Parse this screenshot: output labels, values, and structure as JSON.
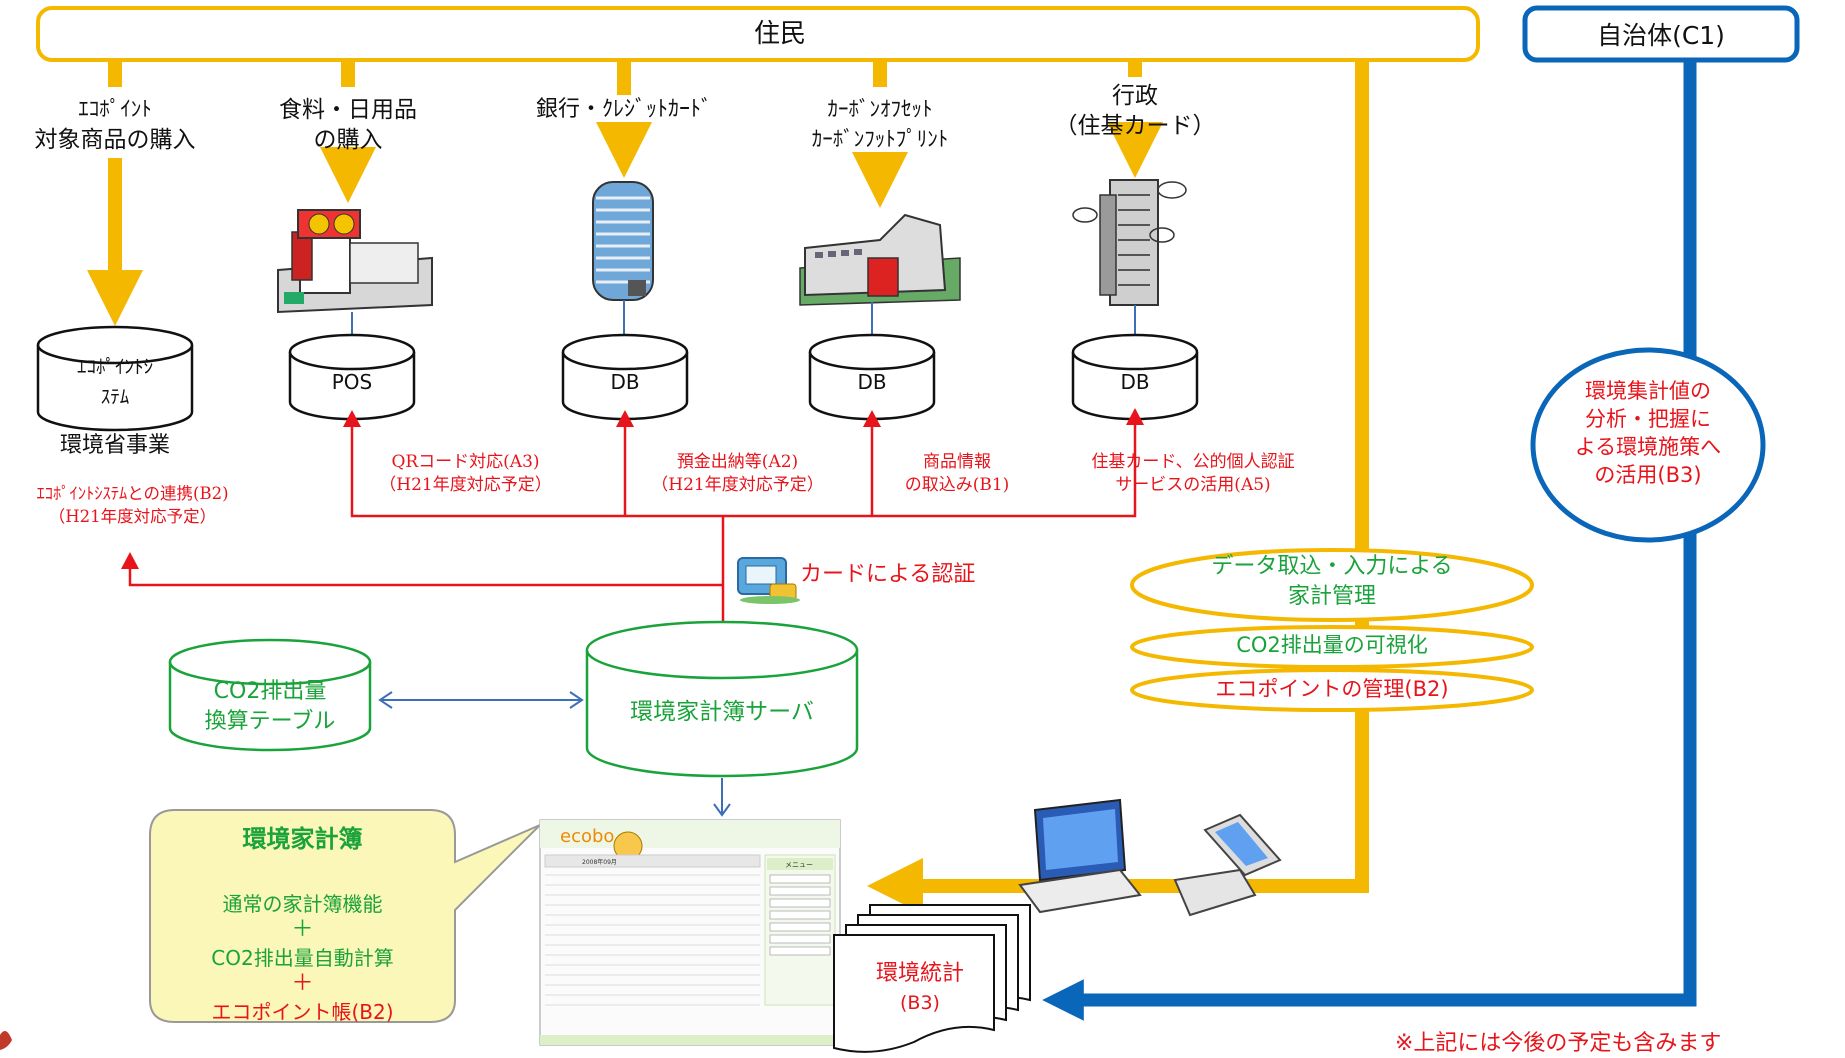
{
  "colors": {
    "yellow": "#f5b800",
    "blue": "#0a66b8",
    "red": "#e8141b",
    "green": "#1aa33a",
    "callout": "#fbf7b8"
  },
  "top": {
    "residents": "住民",
    "municipality": "自治体(C1)"
  },
  "sources": {
    "ecopoint": [
      "ｴｺﾎﾟｲﾝﾄ",
      "対象商品の購入"
    ],
    "food": [
      "食料・日用品",
      "の購入"
    ],
    "bank": [
      "銀行・ｸﾚｼﾞｯﾄｶｰﾄﾞ"
    ],
    "carbon": [
      "ｶｰﾎﾞﾝｵﾌｾｯﾄ",
      "ｶｰﾎﾞﾝﾌｯﾄﾌﾟﾘﾝﾄ"
    ],
    "admin": [
      "行政",
      "（住基カード）"
    ]
  },
  "databases": {
    "ecopoint": [
      "ｴｺﾎﾟｲﾝﾄｼ",
      "ｽﾃﾑ"
    ],
    "pos": "POS",
    "bank": "DB",
    "carbon": "DB",
    "admin": "DB"
  },
  "env_ministry": "環境省事業",
  "links": {
    "ecopoint": [
      "ｴｺﾎﾟｲﾝﾄｼｽﾃﾑとの連携(B2)",
      "（H21年度対応予定）"
    ],
    "qr": [
      "QRコード対応(A3)",
      "（H21年度対応予定）"
    ],
    "deposit": [
      "預金出納等(A2)",
      "（H21年度対応予定）"
    ],
    "product": [
      "商品情報",
      "の取込み(B1)"
    ],
    "juki": [
      "住基カード、公的個人認証",
      "サービスの活用(A5)"
    ]
  },
  "card_auth": "カードによる認証",
  "functions": {
    "household": [
      "データ取込・入力による",
      "家計管理"
    ],
    "co2_visual": "CO2排出量の可視化",
    "ecopoint_mgmt": "エコポイントの管理(B2)"
  },
  "server": "環境家計簿サーバ",
  "co2_table": [
    "CO2排出量",
    "換算テーブル"
  ],
  "analysis": [
    "環境集計値の",
    "分析・把握に",
    "よる環境施策へ",
    "の活用(B3)"
  ],
  "callout": {
    "title": "環境家計簿",
    "line1": "通常の家計簿機能",
    "plus": "＋",
    "line2": "CO2排出量自動計算",
    "line3": "エコポイント帳(B2)"
  },
  "stats": [
    "環境統計",
    "(B3)"
  ],
  "screenshot": {
    "menu": "メニュー",
    "month": "2008年09月"
  },
  "footnote": "※上記には今後の予定も含みます"
}
